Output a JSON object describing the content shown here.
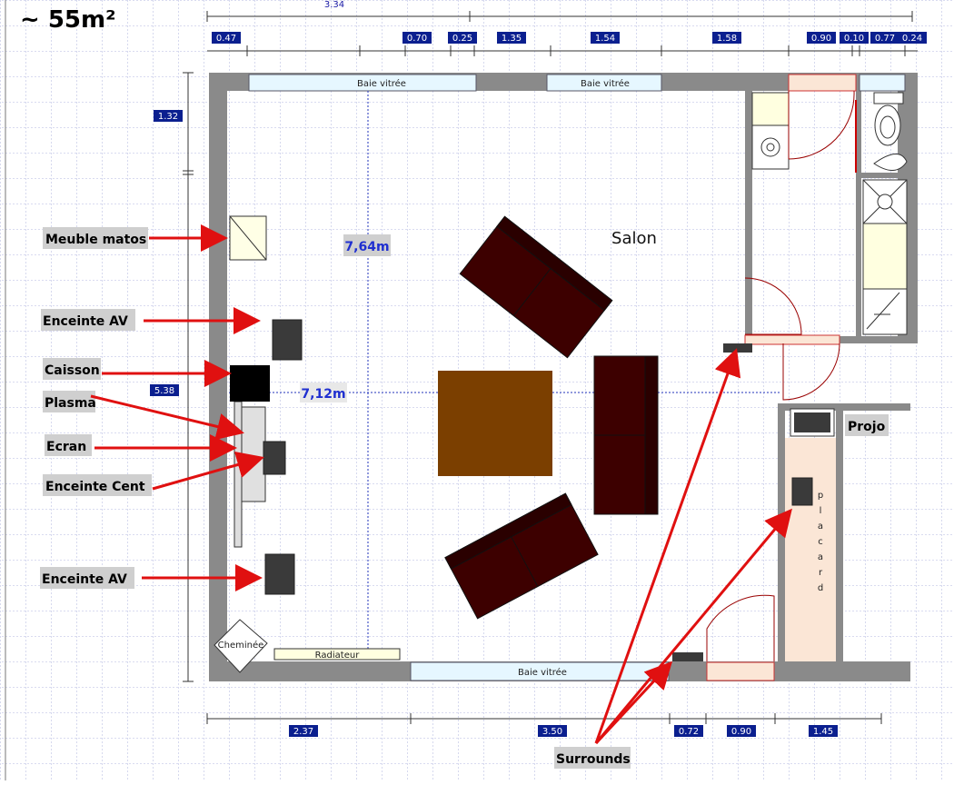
{
  "title": "~ 55m²",
  "room_name": "Salon",
  "overall": {
    "length_label": "7,64m",
    "width_label": "7,12m"
  },
  "top_total": "3.34",
  "top_dims": [
    "0.47",
    "0.70",
    "0.25",
    "1.35",
    "1.54",
    "1.58",
    "0.90",
    "0.10",
    "0.77",
    "0.24"
  ],
  "left_dims": [
    "1.32",
    "5.38"
  ],
  "bottom_dims": [
    "2.37",
    "3.50",
    "0.72",
    "0.90",
    "1.45"
  ],
  "windows": [
    "Baie vitrée",
    "Baie vitrée",
    "Baie vitrée"
  ],
  "fixtures": {
    "radiator": "Radiateur",
    "fireplace": "Cheminée",
    "closet": "placard"
  },
  "equipment_labels": {
    "rack": "Meuble matos",
    "front_speaker_top": "Enceinte AV",
    "subwoofer": "Caisson",
    "plasma": "Plasma",
    "screen": "Ecran",
    "center_speaker": "Enceinte Cent",
    "front_speaker_bottom": "Enceinte AV",
    "projector": "Projo",
    "surrounds": "Surrounds"
  },
  "colors": {
    "wall": "#8a8a8a",
    "sofa": "#3d0000",
    "table": "#7b3f00",
    "arrow": "#e01010",
    "dim_box": "#0b1f8f",
    "window": "#e6f7ff",
    "closet": "#fbe6d6"
  }
}
